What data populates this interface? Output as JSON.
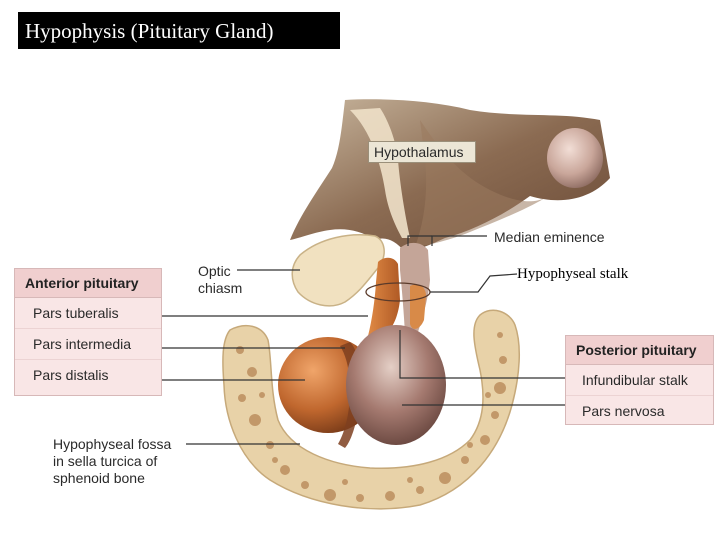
{
  "title": "Hypophysis (Pituitary Gland)",
  "labels": {
    "hypothalamus": "Hypothalamus",
    "median_eminence": "Median eminence",
    "hypophyseal_stalk": "Hypophyseal stalk",
    "optic_line1": "Optic",
    "optic_line2": "chiasm",
    "fossa_line1": "Hypophyseal fossa",
    "fossa_line2": "in sella turcica of",
    "fossa_line3": "sphenoid bone"
  },
  "anterior": {
    "header": "Anterior pituitary",
    "items": [
      "Pars tuberalis",
      "Pars intermedia",
      "Pars distalis"
    ]
  },
  "posterior": {
    "header": "Posterior pituitary",
    "items": [
      "Infundibular stalk",
      "Pars nervosa"
    ]
  },
  "colors": {
    "anterior_lobe": "#b45a26",
    "posterior_lobe": "#8a5f55",
    "bone": "#e8d2a8",
    "bone_pores": "#b98a5a",
    "brain_tissue": "#7a5a45",
    "chiasm": "#f1e1c0"
  }
}
